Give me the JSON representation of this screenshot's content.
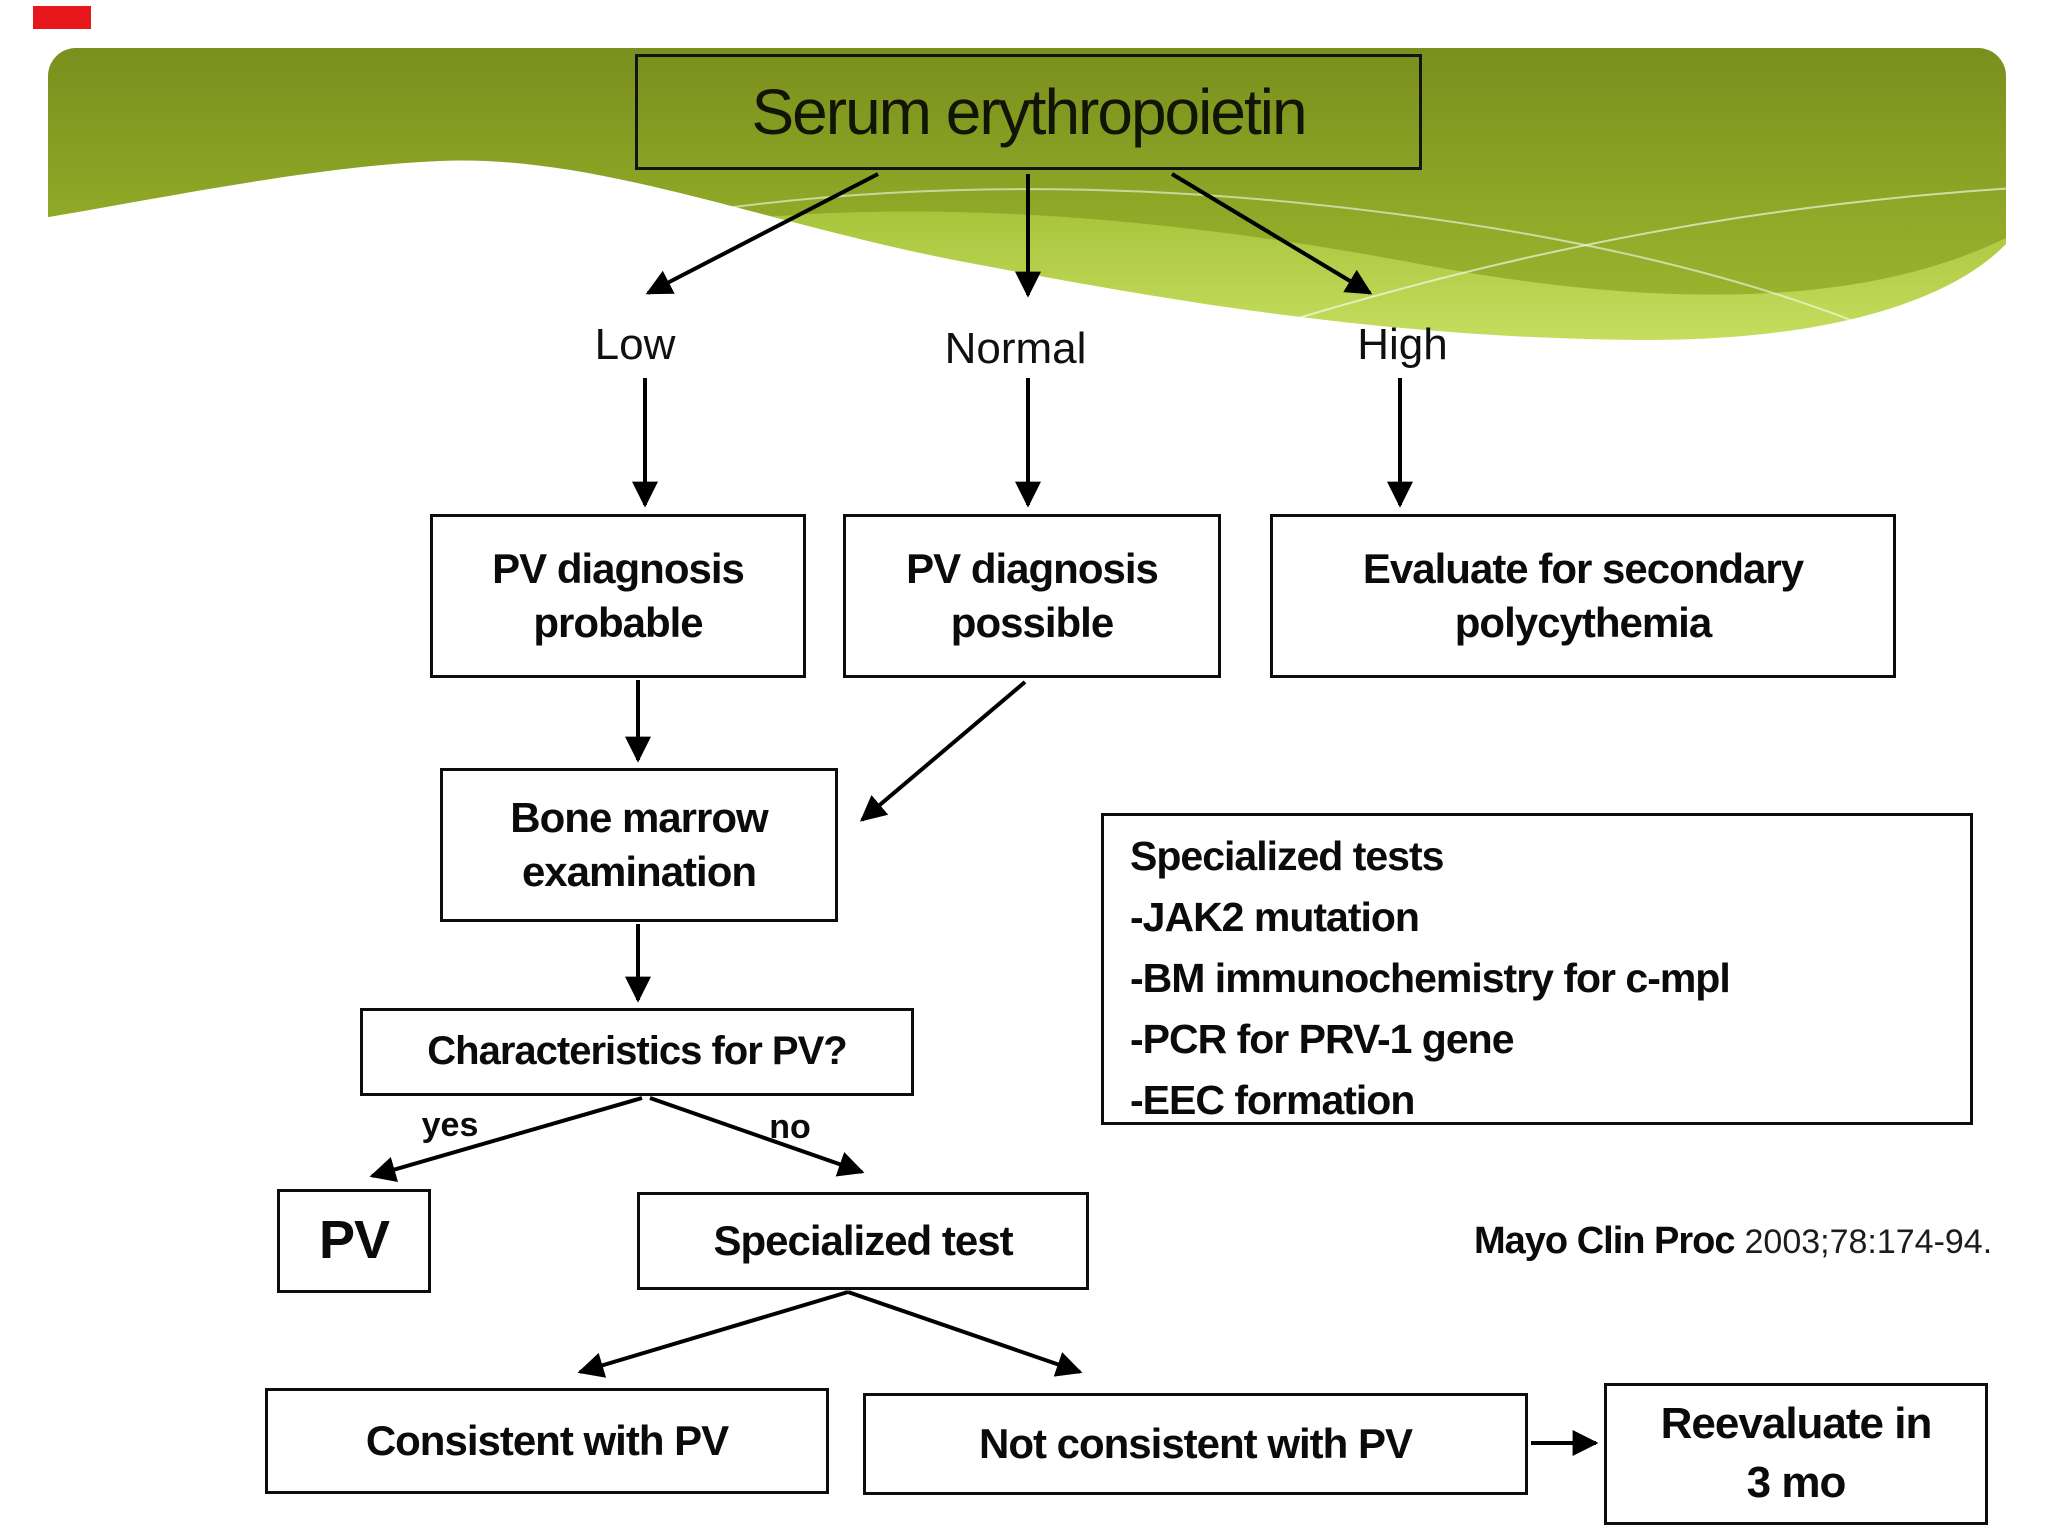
{
  "slide": {
    "title": "Serum erythropoietin",
    "branch_labels": {
      "low": "Low",
      "normal": "Normal",
      "high": "High"
    },
    "boxes": {
      "pv_probable": "PV diagnosis probable",
      "pv_possible": "PV diagnosis possible",
      "evaluate_secondary": "Evaluate for secondary polycythemia",
      "bone_marrow": "Bone marrow examination",
      "characteristics": "Characteristics for PV?",
      "pv": "PV",
      "specialized_test": "Specialized test",
      "consistent": "Consistent with PV",
      "not_consistent": "Not consistent with PV",
      "reevaluate_line1": "Reevaluate in",
      "reevaluate_line2": "3 mo"
    },
    "decision_labels": {
      "yes": "yes",
      "no": "no"
    },
    "specialized_tests_panel": {
      "title": "Specialized tests",
      "items": [
        "-JAK2 mutation",
        "-BM immunochemistry for c-mpl",
        "-PCR for PRV-1 gene",
        "-EEC formation"
      ]
    },
    "citation": {
      "journal": "Mayo Clin Proc",
      "reference": "2003;78:174-94."
    },
    "colors": {
      "banner_green_dark": "#7a8f1d",
      "banner_green_mid": "#9ab32c",
      "banner_green_light": "#cde467",
      "box_border": "#0d0d0d",
      "indicator_red": "#e8171c"
    }
  }
}
